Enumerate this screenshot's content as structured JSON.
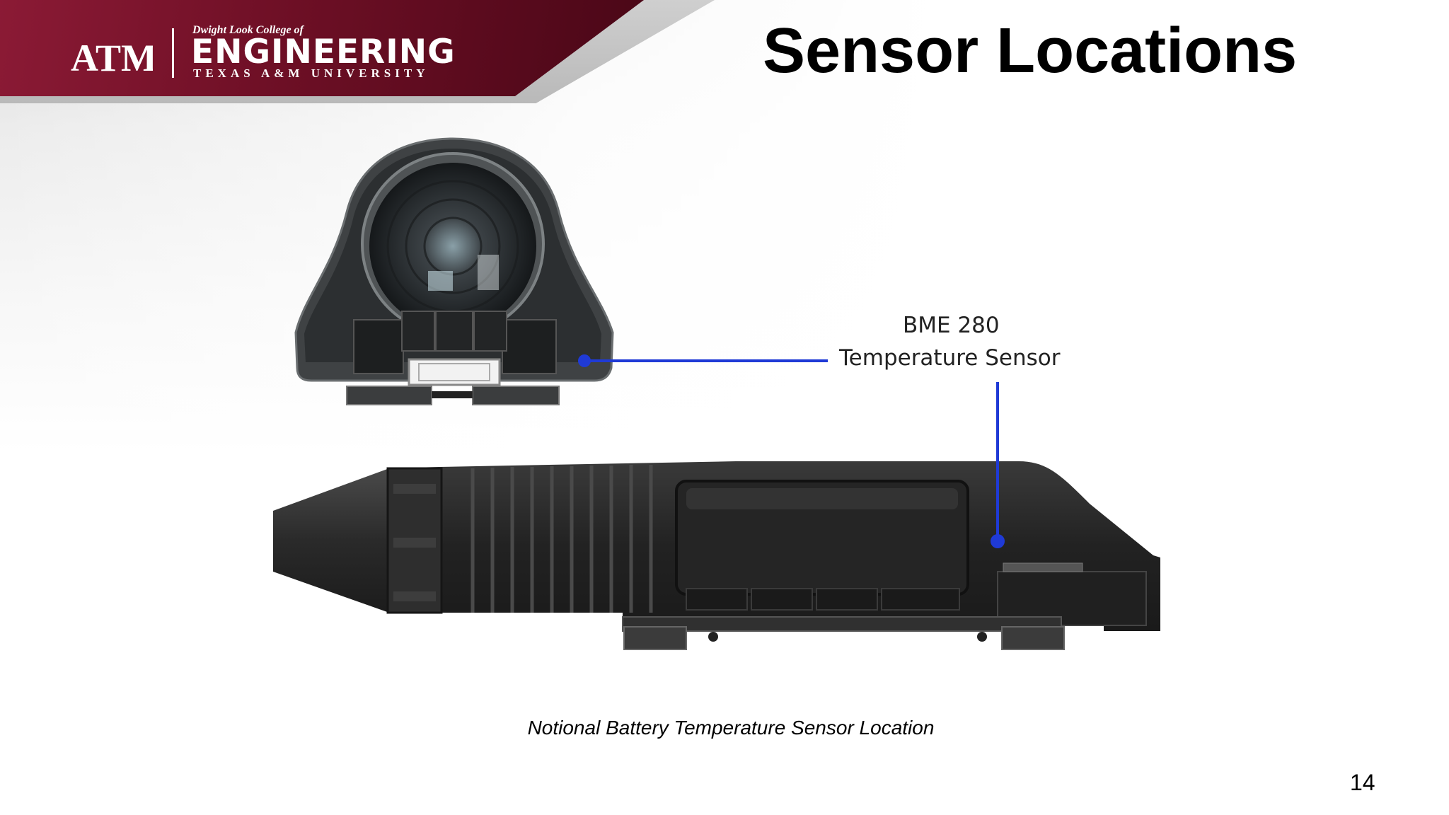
{
  "header": {
    "logo_text": "ATM",
    "college_prefix": "Dwight Look College of",
    "college_name": "ENGINEERING",
    "university": "TEXAS A&M UNIVERSITY"
  },
  "slide": {
    "title": "Sensor Locations",
    "caption": "Notional Battery Temperature Sensor Location",
    "page_number": "14"
  },
  "callout": {
    "sensor_name": "BME 280",
    "sensor_description": "Temperature Sensor",
    "marker_color": "#1f3ad6"
  },
  "colors": {
    "brand_maroon": "#6d0f25",
    "housing_dark": "#2b2b2b"
  }
}
